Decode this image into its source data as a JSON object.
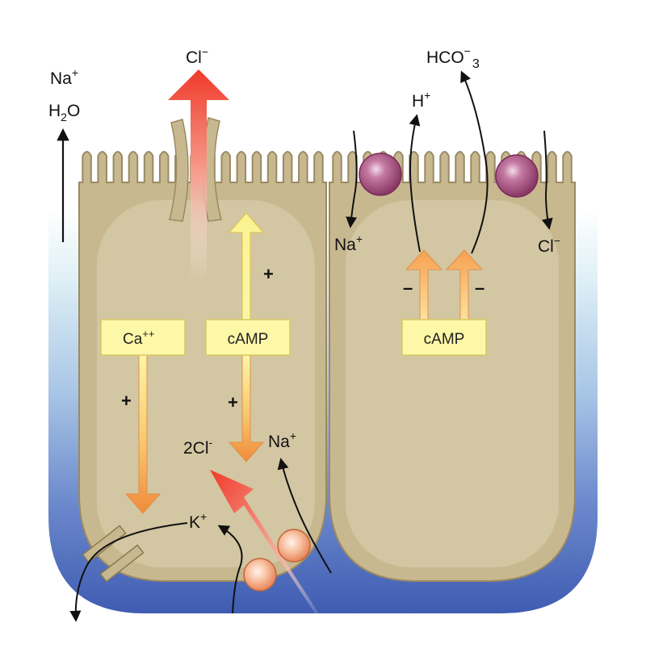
{
  "labels": {
    "apical_na": "Na",
    "apical_na_sup": "+",
    "apical_h2o": "H",
    "apical_h2o_sub": "2",
    "apical_h2o_end": "O",
    "cl_top": "Cl",
    "cl_top_sup": "−",
    "h_plus": "H",
    "h_plus_sup": "+",
    "hco3": "HCO",
    "hco3_sup": "−",
    "hco3_sub": "3",
    "na_right": "Na",
    "na_right_sup": "+",
    "cl_right": "Cl",
    "cl_right_sup": "−",
    "two_cl": "2Cl",
    "two_cl_sup": "-",
    "na_basal": "Na",
    "na_basal_sup": "+",
    "k_plus": "K",
    "k_plus_sup": "+"
  },
  "boxes": {
    "ca": "Ca",
    "ca_sup": "++",
    "camp_left": "cAMP",
    "camp_right": "cAMP"
  },
  "signs": {
    "plus_camp_up": "+",
    "plus_ca_down": "+",
    "plus_camp_down": "+",
    "minus_left": "–",
    "minus_right": "–"
  },
  "colors": {
    "cell_fill": "#c8b890",
    "cell_inner": "#d9cdb0",
    "cell_stroke": "#9a8a62",
    "box_fill": "#fdf7a8",
    "pump_purple": "#a0507a",
    "pump_orange": "#f0a070",
    "arrow_red": "#f03a2a",
    "arrow_orange": "#f08a3a",
    "arrow_yellow": "#fbf49a",
    "bg_light": "#e8f4f8",
    "bg_blue": "#4f6fc0"
  }
}
